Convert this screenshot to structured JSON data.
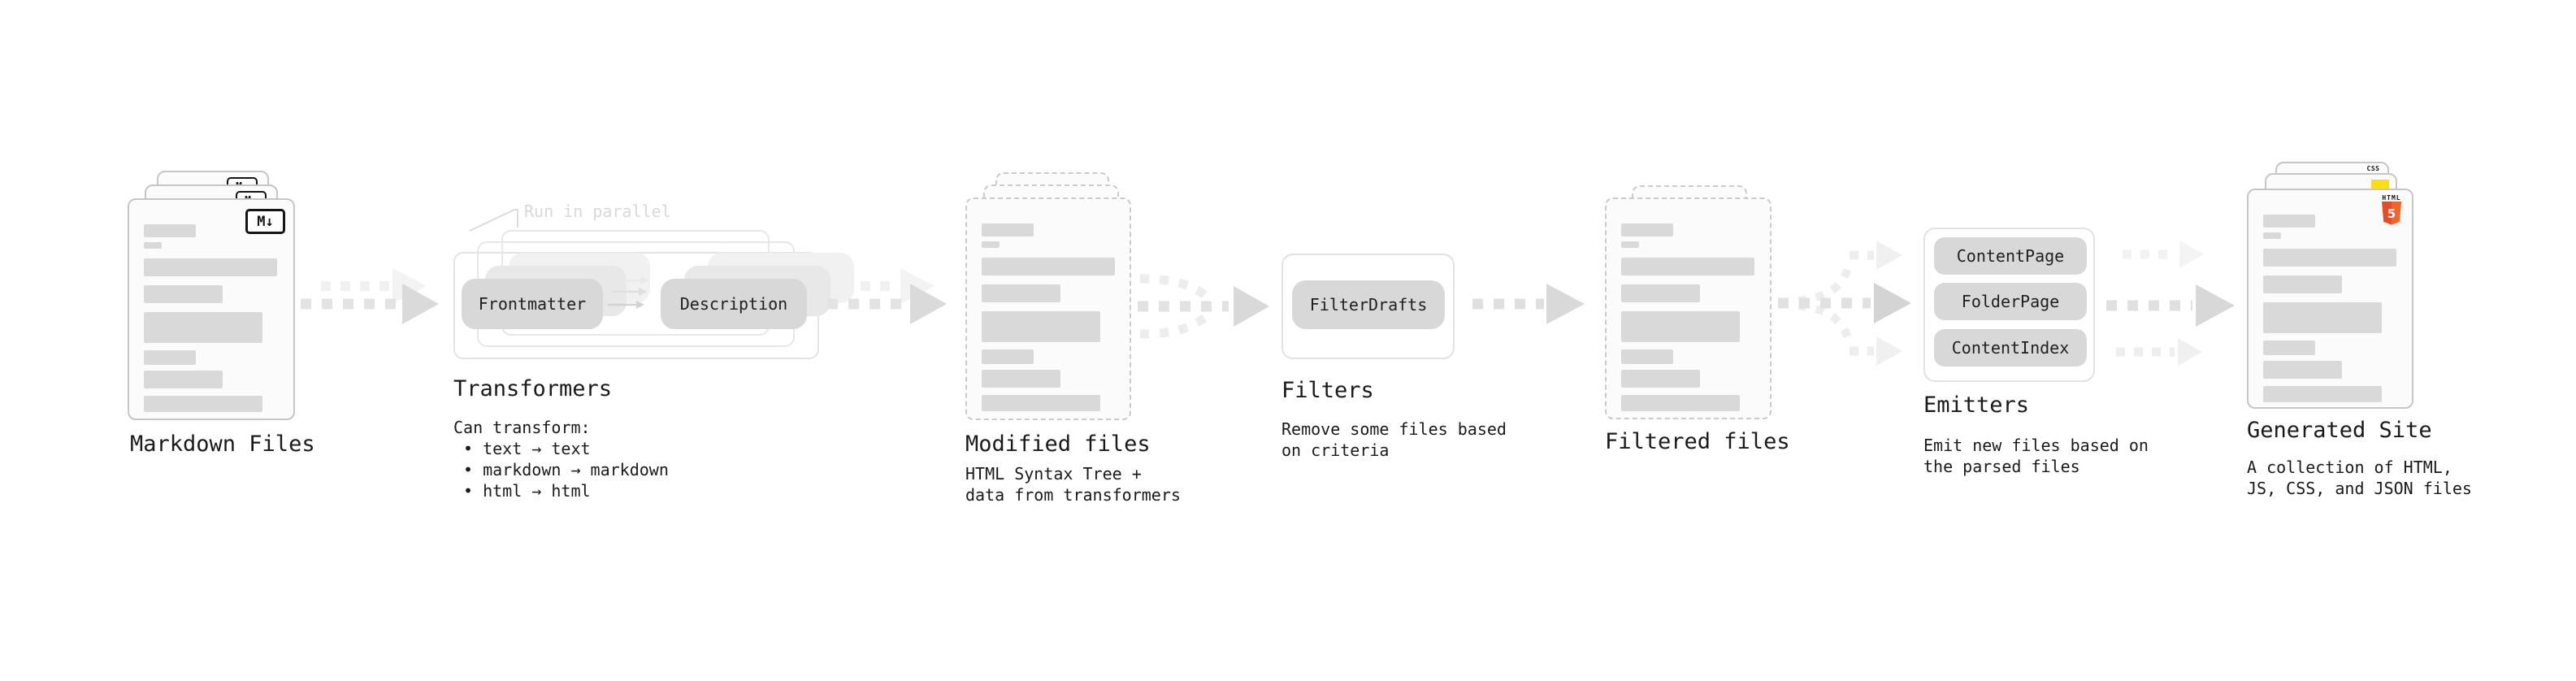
{
  "pipeline": {
    "markdown_files": {
      "title": "Markdown Files",
      "badge": "M↓"
    },
    "transformers": {
      "title": "Transformers",
      "annotation": "Run in parallel",
      "pills": {
        "frontmatter": "Frontmatter",
        "description": "Description"
      },
      "caption_head": "Can transform:",
      "bullets": [
        "• text → text",
        "• markdown → markdown",
        "• html → html"
      ]
    },
    "modified_files": {
      "title": "Modified files",
      "caption_lines": [
        "HTML Syntax Tree +",
        "data from transformers"
      ]
    },
    "filters": {
      "title": "Filters",
      "pill": "FilterDrafts",
      "caption_lines": [
        "Remove some files based",
        "on criteria"
      ]
    },
    "filtered_files": {
      "title": "Filtered files"
    },
    "emitters": {
      "title": "Emitters",
      "pills": [
        "ContentPage",
        "FolderPage",
        "ContentIndex"
      ],
      "caption_lines": [
        "Emit new files based on",
        "the parsed files"
      ]
    },
    "generated_site": {
      "title": "Generated Site",
      "caption_lines": [
        "A collection of HTML,",
        "JS, CSS, and JSON files"
      ],
      "css_badge": "CSS",
      "html_badge_label": "HTML",
      "html_badge_number": "5"
    }
  },
  "colors": {
    "ink": "#1a1a1a",
    "page_border": "#c6c6c6",
    "page_bg": "#fbfbfb",
    "bar": "#d9d9d9",
    "pill_bg": "#d8d8d8",
    "box_border": "#e2e2e2",
    "arrow_dark": "#e0e0e0",
    "arrow_light": "#f1f1f1",
    "muted_label": "#d8d8d8",
    "css_blue": "#2965f1",
    "js_yellow": "#ffdf00",
    "html5_orange": "#e44d26",
    "html5_orange_light": "#f16529"
  }
}
